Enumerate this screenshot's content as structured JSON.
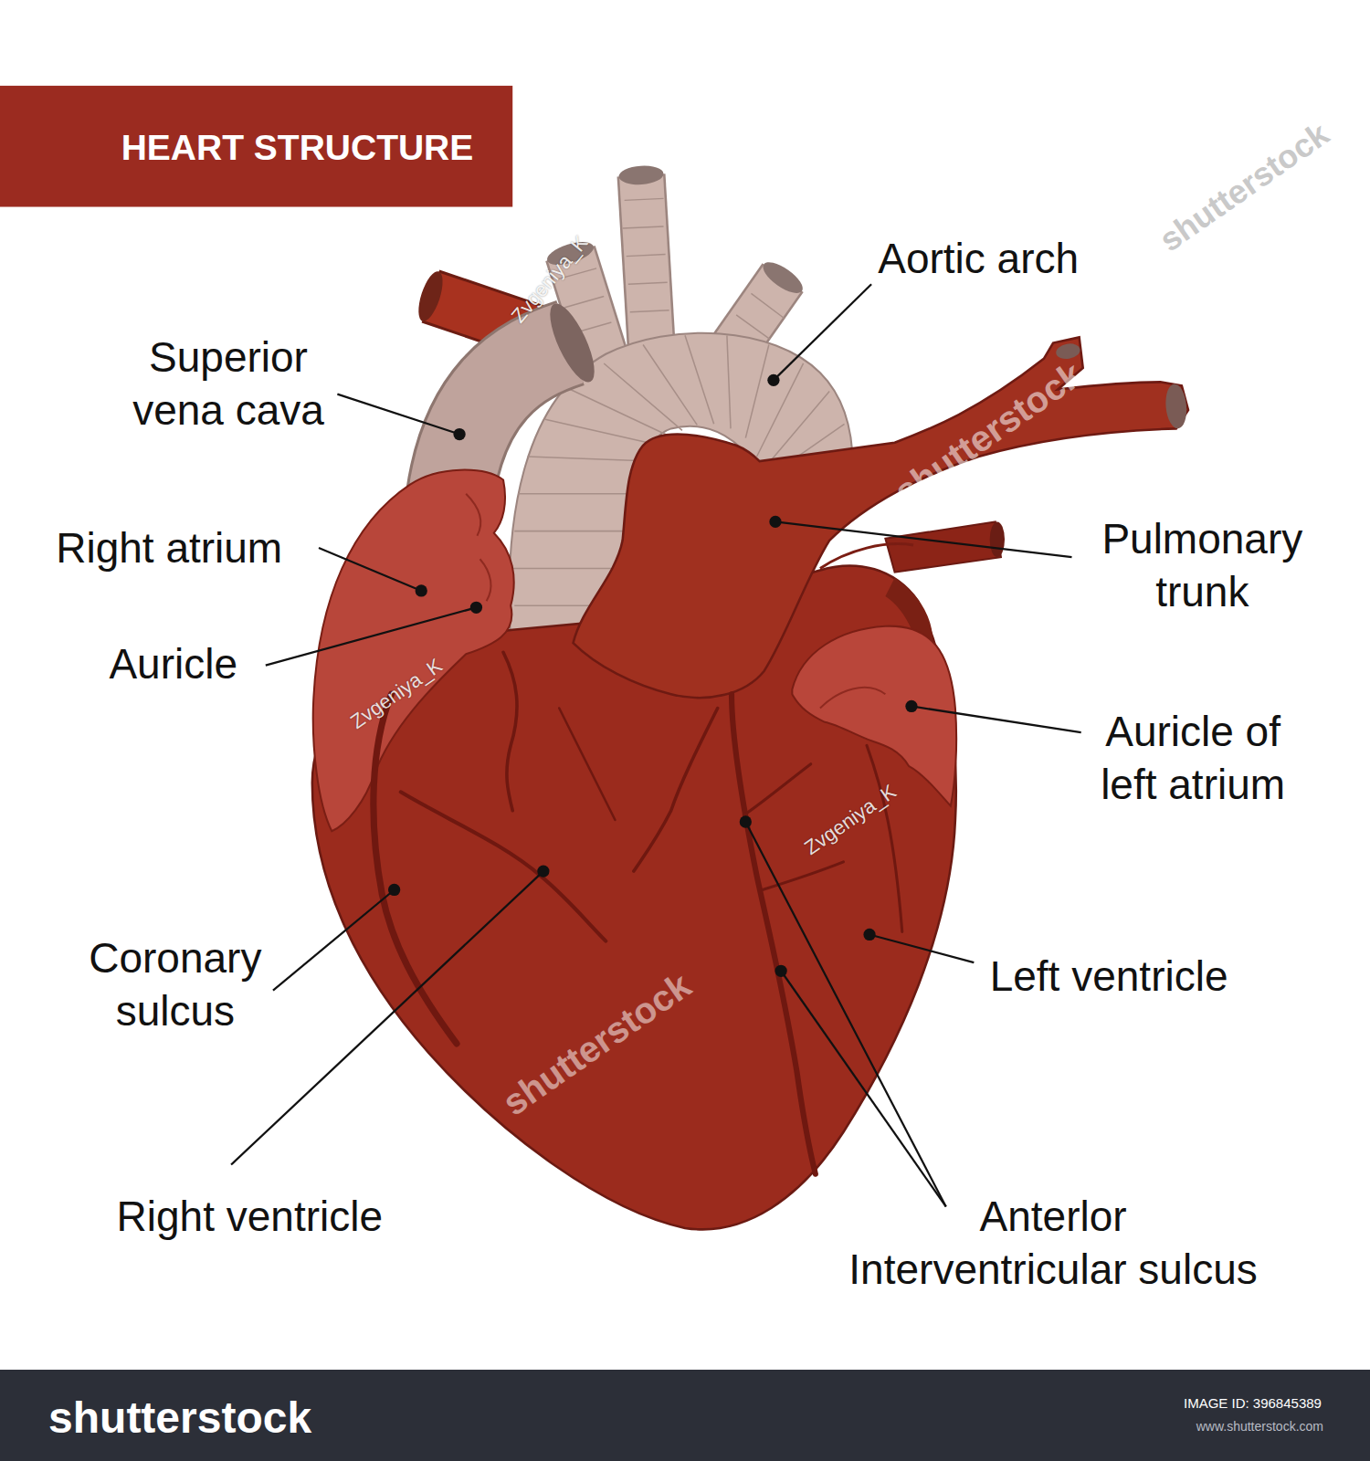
{
  "diagram": {
    "title": "HEART STRUCTURE",
    "labels": [
      "Aortic arch",
      "Superior vena cava",
      "Right atrium",
      "Pulmonary trunk",
      "Auricle",
      "Auricle of left atrium",
      "Coronary sulcus",
      "Left ventricle",
      "Right ventricle",
      "Anterlor Interventricular sulcus",
      "Zvgeniya_K",
      "Zvgeniya_K",
      "Zvgeniya_K",
      "shutterstock",
      "shutterstock",
      "shutterstock",
      "shutterstock",
      "IMAGE ID: 396845389",
      "www.shutterstock.com"
    ]
  }
}
